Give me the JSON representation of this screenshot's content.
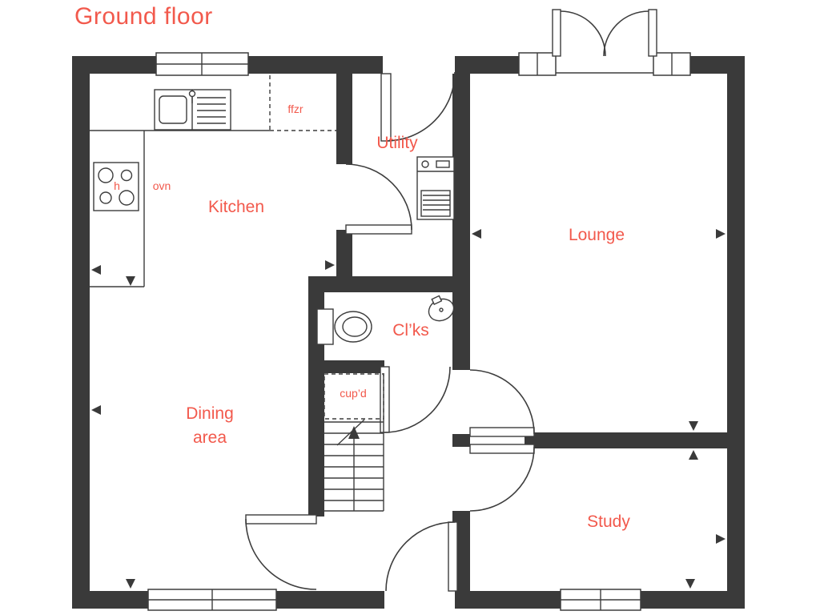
{
  "title": "Ground floor",
  "colors": {
    "accent": "#f2594c",
    "wall": "#3a3a3a",
    "background": "#ffffff"
  },
  "rooms": {
    "kitchen": {
      "label": "Kitchen"
    },
    "utility": {
      "label": "Utility"
    },
    "lounge": {
      "label": "Lounge"
    },
    "cloakroom": {
      "label": "Cl’ks"
    },
    "dining": {
      "line1": "Dining",
      "line2": "area"
    },
    "study": {
      "label": "Study"
    },
    "cupboard": {
      "label": "cup’d"
    }
  },
  "annotations": {
    "fridge_freezer": "ffzr",
    "oven": "ovn",
    "hob": "h"
  },
  "icons": [
    "sink-icon",
    "hob-icon",
    "washing-machine-icon",
    "toilet-icon",
    "basin-icon",
    "stairs-icon",
    "window-icon",
    "door-swing-arc",
    "dimension-arrow"
  ]
}
